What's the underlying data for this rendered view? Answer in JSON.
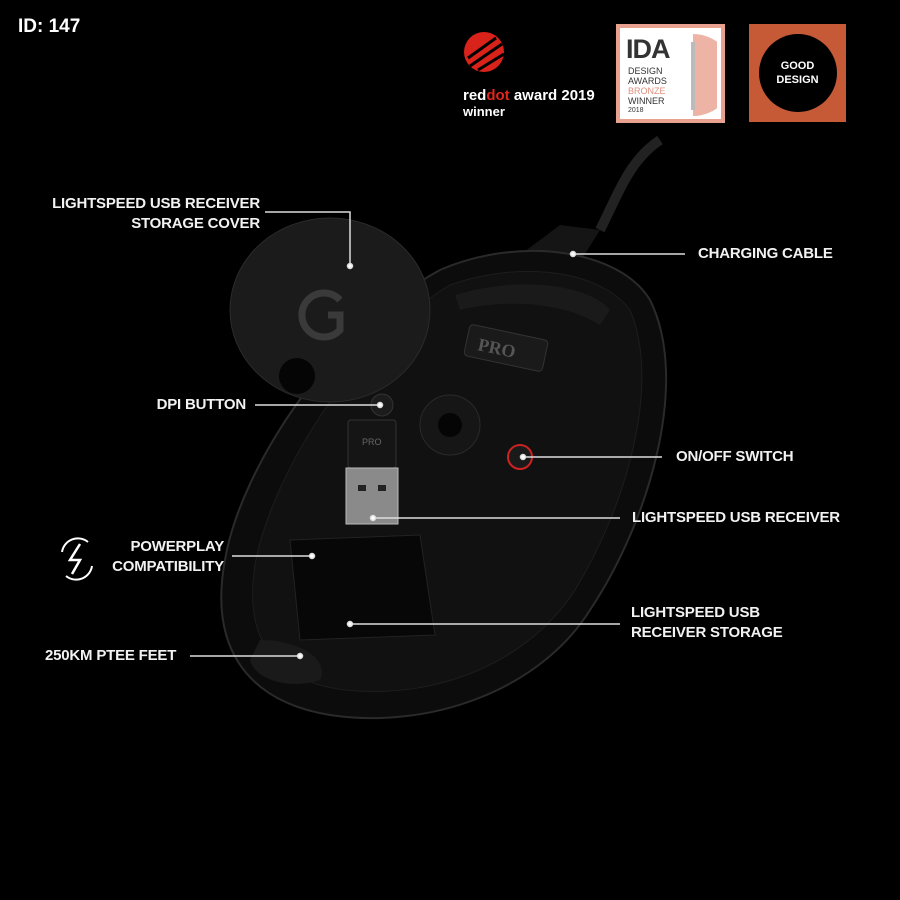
{
  "id_label": "ID: 147",
  "awards": {
    "reddot": {
      "red": "red",
      "dot": "dot",
      "rest": " award 2019",
      "line2": "winner"
    },
    "ida": {
      "title": "IDA",
      "line1": "DESIGN",
      "line2": "AWARDS",
      "line3": "BRONZE",
      "line4": "WINNER",
      "year": "2018"
    },
    "good_design": {
      "line1": "GOOD",
      "line2": "DESIGN"
    }
  },
  "callouts": {
    "storage_cover": [
      "LIGHTSPEED USB RECEIVER",
      "STORAGE COVER"
    ],
    "charging_cable": "CHARGING CABLE",
    "dpi_button": "DPI BUTTON",
    "on_off": "ON/OFF SWITCH",
    "receiver": "LIGHTSPEED USB RECEIVER",
    "powerplay": [
      "POWERPLAY",
      "COMPATIBILITY"
    ],
    "receiver_storage": [
      "LIGHTSPEED USB",
      "RECEIVER STORAGE"
    ],
    "feet": "250KM PTEE FEET"
  },
  "product": {
    "pro_badge": "PRO",
    "usb_label": "PRO"
  },
  "colors": {
    "background": "#000000",
    "accent_red": "#e1261c",
    "good_design": "#c65a37",
    "ida_border": "#e8a08f"
  }
}
